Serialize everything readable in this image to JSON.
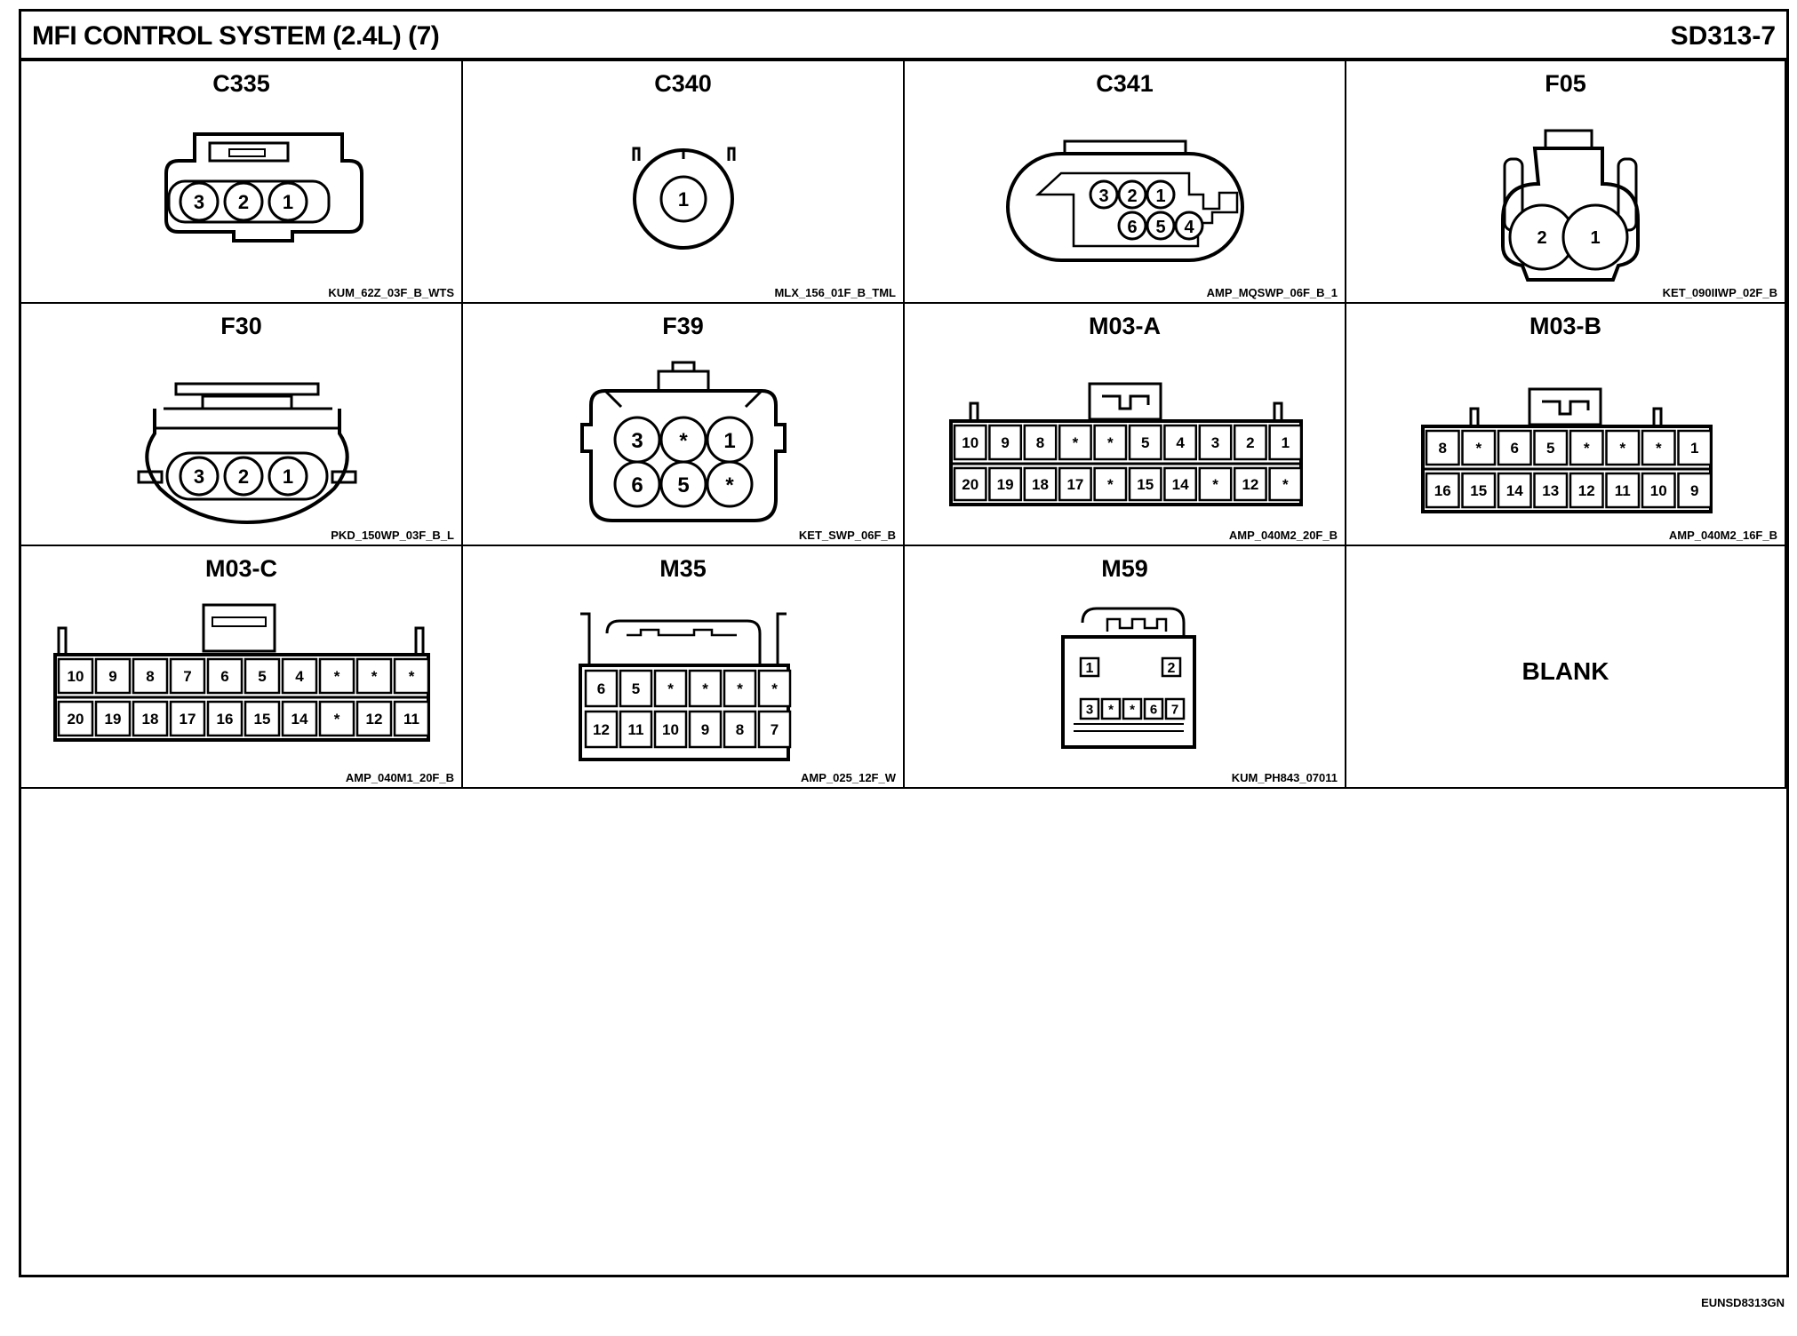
{
  "header": {
    "title": "MFI CONTROL SYSTEM (2.4L) (7)",
    "code": "SD313-7"
  },
  "connectors": {
    "c335": {
      "label": "C335",
      "part": "KUM_62Z_03F_B_WTS",
      "pins": [
        "3",
        "2",
        "1"
      ]
    },
    "c340": {
      "label": "C340",
      "part": "MLX_156_01F_B_TML",
      "pins": [
        "1"
      ]
    },
    "c341": {
      "label": "C341",
      "part": "AMP_MQSWP_06F_B_1",
      "pins_top": [
        "3",
        "2",
        "1"
      ],
      "pins_bottom": [
        "6",
        "5",
        "4"
      ]
    },
    "f05": {
      "label": "F05",
      "part": "KET_090IIWP_02F_B",
      "pins": [
        "2",
        "1"
      ]
    },
    "f30": {
      "label": "F30",
      "part": "PKD_150WP_03F_B_L",
      "pins": [
        "3",
        "2",
        "1"
      ]
    },
    "f39": {
      "label": "F39",
      "part": "KET_SWP_06F_B",
      "pins_top": [
        "3",
        "*",
        "1"
      ],
      "pins_bottom": [
        "6",
        "5",
        "*"
      ]
    },
    "m03a": {
      "label": "M03-A",
      "part": "AMP_040M2_20F_B",
      "pins_top": [
        "10",
        "9",
        "8",
        "*",
        "*",
        "5",
        "4",
        "3",
        "2",
        "1"
      ],
      "pins_bottom": [
        "20",
        "19",
        "18",
        "17",
        "*",
        "15",
        "14",
        "*",
        "12",
        "*"
      ]
    },
    "m03b": {
      "label": "M03-B",
      "part": "AMP_040M2_16F_B",
      "pins_top": [
        "8",
        "*",
        "6",
        "5",
        "*",
        "*",
        "*",
        "1"
      ],
      "pins_bottom": [
        "16",
        "15",
        "14",
        "13",
        "12",
        "11",
        "10",
        "9"
      ]
    },
    "m03c": {
      "label": "M03-C",
      "part": "AMP_040M1_20F_B",
      "pins_top": [
        "10",
        "9",
        "8",
        "7",
        "6",
        "5",
        "4",
        "*",
        "*",
        "*"
      ],
      "pins_bottom": [
        "20",
        "19",
        "18",
        "17",
        "16",
        "15",
        "14",
        "*",
        "12",
        "11"
      ]
    },
    "m35": {
      "label": "M35",
      "part": "AMP_025_12F_W",
      "pins_top": [
        "6",
        "5",
        "*",
        "*",
        "*",
        "*"
      ],
      "pins_bottom": [
        "12",
        "11",
        "10",
        "9",
        "8",
        "7"
      ]
    },
    "m59": {
      "label": "M59",
      "part": "KUM_PH843_07011",
      "pins_top": [
        "1",
        "2"
      ],
      "pins_bottom": [
        "3",
        "*",
        "*",
        "6",
        "7"
      ]
    },
    "blank": {
      "label": "BLANK"
    }
  },
  "footer": {
    "code": "EUNSD8313GN"
  }
}
